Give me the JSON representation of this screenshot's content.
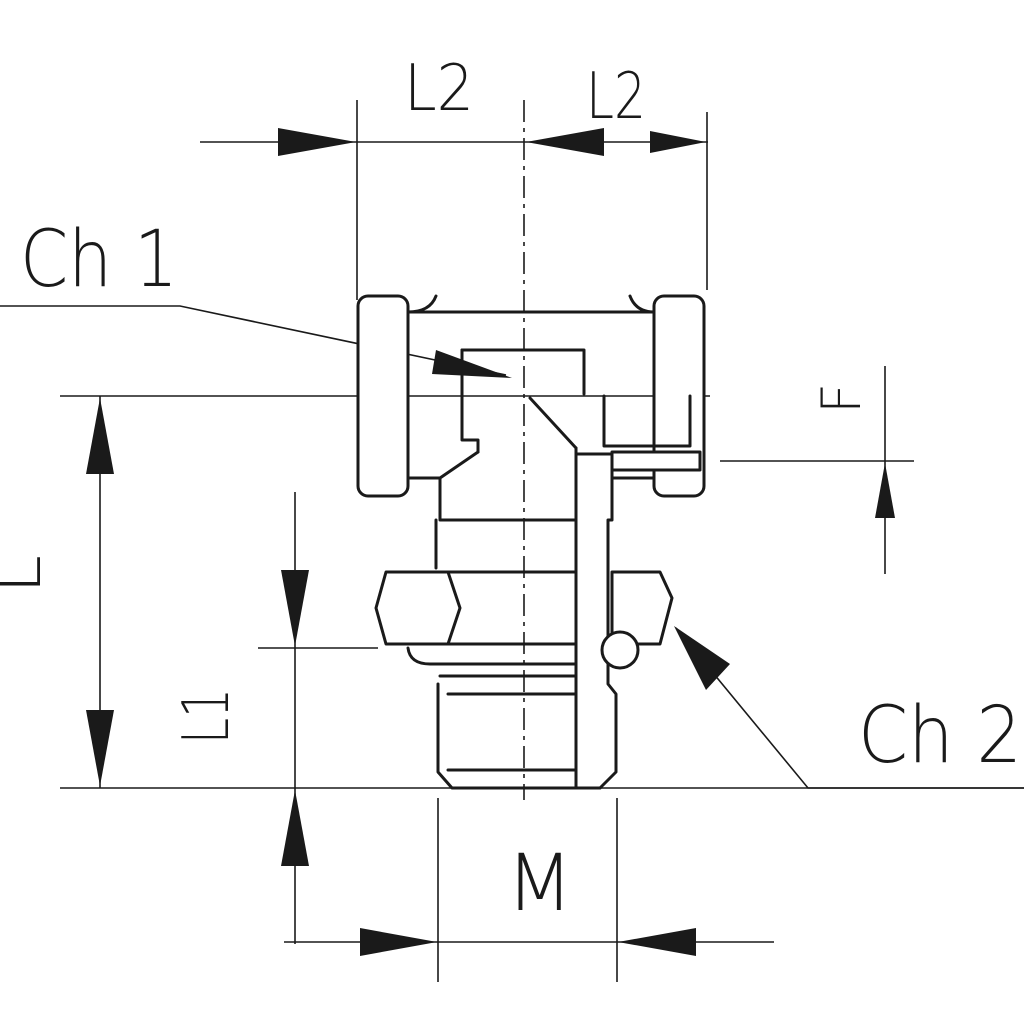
{
  "labels": {
    "ch1": "Ch 1",
    "ch2": "Ch 2",
    "l2_left": "L2",
    "l2_right": "L2",
    "l": "L",
    "l1": "L1",
    "f": "F",
    "m": "M"
  },
  "colors": {
    "ink": "#1a1a1a",
    "paper": "#ffffff"
  }
}
